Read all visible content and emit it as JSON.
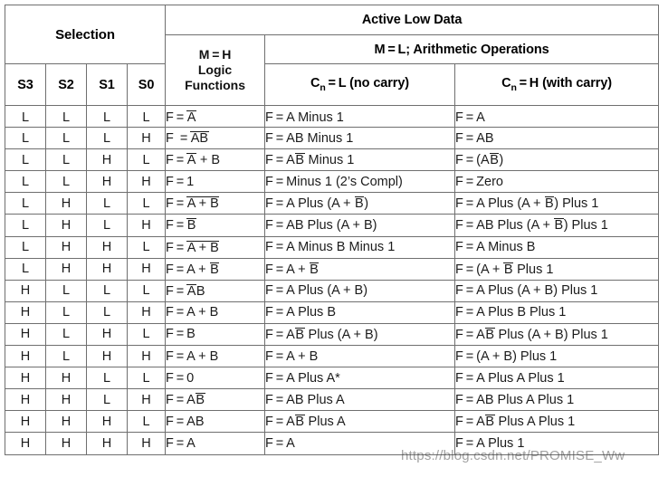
{
  "header": {
    "selection": "Selection",
    "active_low_data": "Active Low Data",
    "logic_m": "M = H",
    "logic_l1": "Logic",
    "logic_l2": "Functions",
    "arith": "M = L; Arithmetic Operations",
    "cn_l_pre": "C",
    "cn_l_sub": "n",
    "cn_l_post": " = L (no carry)",
    "cn_h_pre": "C",
    "cn_h_sub": "n",
    "cn_h_post": " = H (with carry)",
    "s3": "S3",
    "s2": "S2",
    "s1": "S1",
    "s0": "S0"
  },
  "watermark": "https://blog.csdn.net/PROMISE_Ww",
  "colors": {
    "border": "#6f6f6f",
    "text": "#1c1c1c",
    "header_text": "#000000",
    "watermark": "#c9c9c9",
    "background": "#ffffff"
  },
  "rows": [
    {
      "s3": "L",
      "s2": "L",
      "s1": "L",
      "s0": "L",
      "logic": "F = <ov>A</ov>",
      "cn_l": "F = A Minus 1",
      "cn_h": "F = A"
    },
    {
      "s3": "L",
      "s2": "L",
      "s1": "L",
      "s0": "H",
      "logic": "F  = <ov>AB</ov>",
      "cn_l": "F = AB Minus 1",
      "cn_h": "F = AB"
    },
    {
      "s3": "L",
      "s2": "L",
      "s1": "H",
      "s0": "L",
      "logic": "F = <ov>A</ov> + B",
      "cn_l": "F = A<ov>B</ov> Minus 1",
      "cn_h": "F = (A<ov>B</ov>)"
    },
    {
      "s3": "L",
      "s2": "L",
      "s1": "H",
      "s0": "H",
      "logic": "F = 1",
      "cn_l": "F = Minus 1 (2’s Compl)",
      "cn_h": "F = Zero"
    },
    {
      "s3": "L",
      "s2": "H",
      "s1": "L",
      "s0": "L",
      "logic": "F = <ov>A + B</ov>",
      "cn_l": "F = A Plus (A + <ov>B</ov>)",
      "cn_h": "F = A Plus (A + <ov>B</ov>) Plus 1"
    },
    {
      "s3": "L",
      "s2": "H",
      "s1": "L",
      "s0": "H",
      "logic": "F = <ov>B</ov>",
      "cn_l": "F = AB Plus (A + B)",
      "cn_h": "F = AB Plus (A + <ov>B</ov>) Plus 1"
    },
    {
      "s3": "L",
      "s2": "H",
      "s1": "H",
      "s0": "L",
      "logic": "F = <ov>A + B</ov>",
      "cn_l": "F = A Minus B Minus 1",
      "cn_h": "F = A Minus B"
    },
    {
      "s3": "L",
      "s2": "H",
      "s1": "H",
      "s0": "H",
      "logic": "F = A + <ov>B</ov>",
      "cn_l": "F = A + <ov>B</ov>",
      "cn_h": "F = (A + <ov>B</ov> Plus 1"
    },
    {
      "s3": "H",
      "s2": "L",
      "s1": "L",
      "s0": "L",
      "logic": "F = <ov>A</ov>B",
      "cn_l": "F = A Plus (A + B)",
      "cn_h": "F = A Plus (A + B) Plus 1"
    },
    {
      "s3": "H",
      "s2": "L",
      "s1": "L",
      "s0": "H",
      "logic": "F = A + B",
      "cn_l": "F = A Plus B",
      "cn_h": "F = A Plus B Plus 1"
    },
    {
      "s3": "H",
      "s2": "L",
      "s1": "H",
      "s0": "L",
      "logic": "F = B",
      "cn_l": "F = A<ov>B</ov> Plus (A + B)",
      "cn_h": "F = A<ov>B</ov> Plus (A + B) Plus 1"
    },
    {
      "s3": "H",
      "s2": "L",
      "s1": "H",
      "s0": "H",
      "logic": "F = A + B",
      "cn_l": "F = A + B",
      "cn_h": "F = (A + B) Plus 1"
    },
    {
      "s3": "H",
      "s2": "H",
      "s1": "L",
      "s0": "L",
      "logic": "F = 0",
      "cn_l": "F = A Plus A*",
      "cn_h": "F = A Plus A Plus 1"
    },
    {
      "s3": "H",
      "s2": "H",
      "s1": "L",
      "s0": "H",
      "logic": "F = A<ov>B</ov>",
      "cn_l": "F = AB Plus A",
      "cn_h": "F = AB Plus A Plus 1"
    },
    {
      "s3": "H",
      "s2": "H",
      "s1": "H",
      "s0": "L",
      "logic": "F = AB",
      "cn_l": "F = A<ov>B</ov> Plus A",
      "cn_h": "F = A<ov>B</ov> Plus A Plus 1"
    },
    {
      "s3": "H",
      "s2": "H",
      "s1": "H",
      "s0": "H",
      "logic": "F = A",
      "cn_l": "F = A",
      "cn_h": "F = A Plus 1"
    }
  ]
}
